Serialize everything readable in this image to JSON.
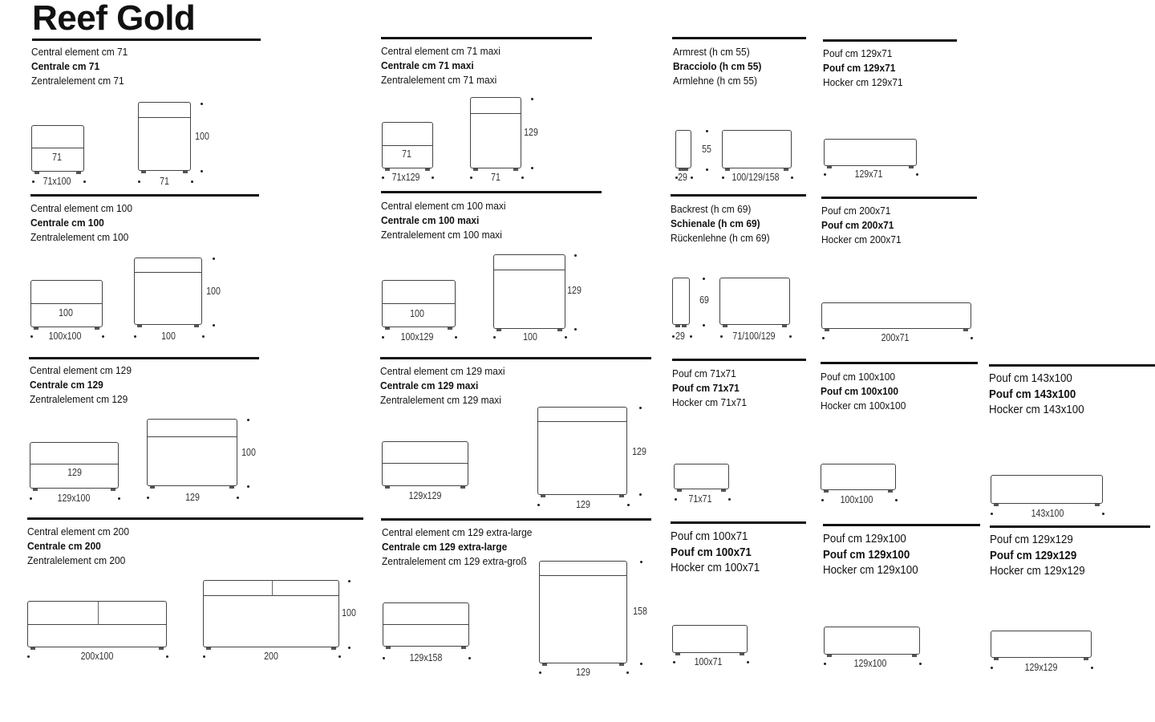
{
  "title": "Reef Gold",
  "sections": [
    {
      "lines": [
        "Central element cm 71",
        "Centrale cm 71",
        "Zentralelement cm 71"
      ],
      "dims": [
        "71",
        "71x100",
        "100",
        "71"
      ]
    },
    {
      "lines": [
        "Central element cm 71 maxi",
        "Centrale cm 71 maxi",
        "Zentralelement cm 71 maxi"
      ],
      "dims": [
        "71",
        "71x129",
        "129",
        "71"
      ]
    },
    {
      "lines": [
        "Armrest (h cm 55)",
        "Bracciolo (h cm 55)",
        "Armlehne (h cm 55)"
      ],
      "dims": [
        "55",
        "29",
        "100/129/158"
      ]
    },
    {
      "lines": [
        "Pouf cm 129x71",
        "Pouf cm 129x71",
        "Hocker cm 129x71"
      ],
      "dims": [
        "129x71"
      ]
    },
    {
      "lines": [
        "Central element cm 100",
        "Centrale cm 100",
        "Zentralelement cm 100"
      ],
      "dims": [
        "100",
        "100x100",
        "100",
        "100"
      ]
    },
    {
      "lines": [
        "Central element cm 100 maxi",
        "Centrale cm 100 maxi",
        "Zentralelement cm 100 maxi"
      ],
      "dims": [
        "100",
        "100x129",
        "129",
        "100"
      ]
    },
    {
      "lines": [
        "Backrest (h cm 69)",
        "Schienale (h cm 69)",
        "Rückenlehne (h cm 69)"
      ],
      "dims": [
        "69",
        "29",
        "71/100/129"
      ]
    },
    {
      "lines": [
        "Pouf cm 200x71",
        "Pouf cm 200x71",
        "Hocker cm 200x71"
      ],
      "dims": [
        "200x71"
      ]
    },
    {
      "lines": [
        "Central element cm 129",
        "Centrale cm 129",
        "Zentralelement cm 129"
      ],
      "dims": [
        "129",
        "129x100",
        "100",
        "129"
      ]
    },
    {
      "lines": [
        "Central element cm 129 maxi",
        "Centrale cm 129 maxi",
        "Zentralelement cm 129 maxi"
      ],
      "dims": [
        "129x129",
        "129",
        "129"
      ]
    },
    {
      "lines": [
        "Pouf cm 71x71",
        "Pouf cm 71x71",
        "Hocker cm 71x71"
      ],
      "dims": [
        "71x71"
      ]
    },
    {
      "lines": [
        "Pouf cm 100x100",
        "Pouf cm 100x100",
        "Hocker cm 100x100"
      ],
      "dims": [
        "100x100"
      ]
    },
    {
      "lines": [
        "Pouf cm 143x100",
        "Pouf cm 143x100",
        "Hocker cm 143x100"
      ],
      "dims": [
        "143x100"
      ]
    },
    {
      "lines": [
        "Central element cm 200",
        "Centrale cm 200",
        "Zentralelement cm 200"
      ],
      "dims": [
        "200x100",
        "100",
        "200"
      ]
    },
    {
      "lines": [
        "Central element cm 129 extra-large",
        "Centrale cm 129 extra-large",
        "Zentralelement cm 129 extra-groß"
      ],
      "dims": [
        "129x158",
        "158",
        "129"
      ]
    },
    {
      "lines": [
        "Pouf cm 100x71",
        "Pouf cm 100x71",
        "Hocker cm 100x71"
      ],
      "dims": [
        "100x71"
      ]
    },
    {
      "lines": [
        "Pouf cm 129x100",
        "Pouf cm 129x100",
        "Hocker cm 129x100"
      ],
      "dims": [
        "129x100"
      ]
    },
    {
      "lines": [
        "Pouf cm 129x129",
        "Pouf cm 129x129",
        "Hocker cm 129x129"
      ],
      "dims": [
        "129x129"
      ]
    }
  ]
}
